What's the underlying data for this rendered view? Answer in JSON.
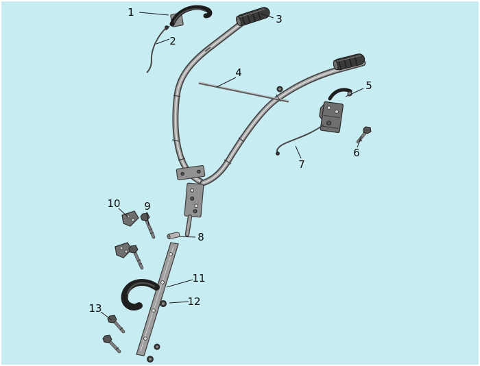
{
  "diagram": {
    "background_color": "#c7ecf2",
    "outline_color": "#3f3f3f",
    "grip_color": "#3a3a3a",
    "metal_color": "#919191",
    "callouts": [
      {
        "number": "1"
      },
      {
        "number": "2"
      },
      {
        "number": "3"
      },
      {
        "number": "4"
      },
      {
        "number": "5"
      },
      {
        "number": "6"
      },
      {
        "number": "7"
      },
      {
        "number": "8"
      },
      {
        "number": "9"
      },
      {
        "number": "10"
      },
      {
        "number": "11"
      },
      {
        "number": "12"
      },
      {
        "number": "13"
      }
    ]
  }
}
